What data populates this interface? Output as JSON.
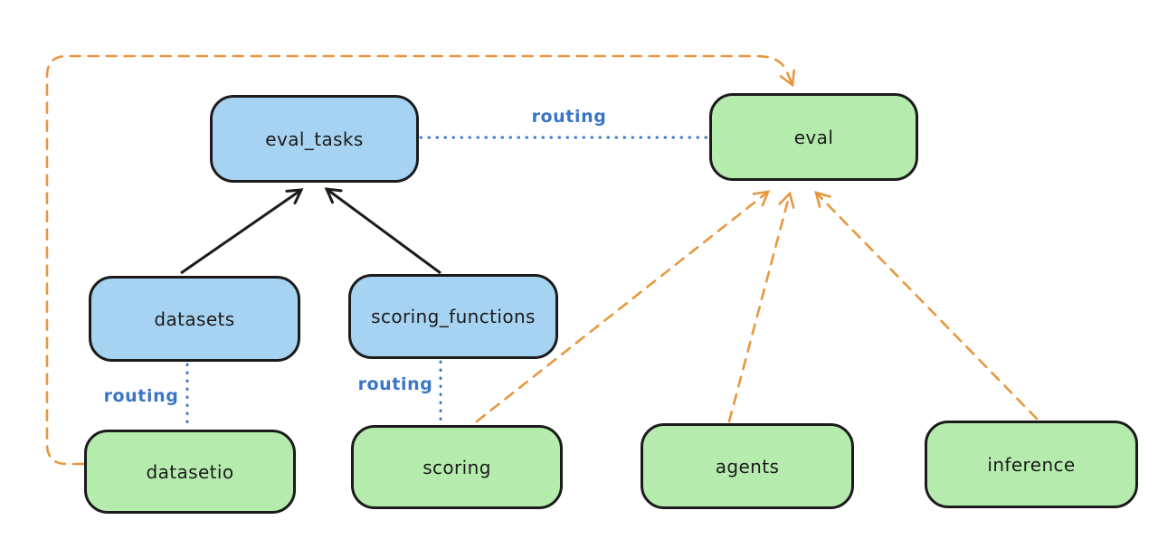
{
  "colors": {
    "blue_fill": "#a7d3f2",
    "green_fill": "#b5ecae",
    "stroke_dark": "#1b1b1b",
    "routing_blue": "#3a76c8",
    "provider_orange": "#e8973f",
    "background": "#ffffff"
  },
  "nodes": {
    "eval_tasks": {
      "label": "eval_tasks",
      "fill": "blue"
    },
    "eval": {
      "label": "eval",
      "fill": "green"
    },
    "datasets": {
      "label": "datasets",
      "fill": "blue"
    },
    "scoring_functions": {
      "label": "scoring_functions",
      "fill": "blue"
    },
    "datasetio": {
      "label": "datasetio",
      "fill": "green"
    },
    "scoring": {
      "label": "scoring",
      "fill": "green"
    },
    "agents": {
      "label": "agents",
      "fill": "green"
    },
    "inference": {
      "label": "inference",
      "fill": "green"
    }
  },
  "edge_labels": {
    "routing_top": "routing",
    "routing_datasets": "routing",
    "routing_scoring": "routing"
  },
  "edges": [
    {
      "from": "datasets",
      "to": "eval_tasks",
      "style": "solid-arrow",
      "color": "black"
    },
    {
      "from": "scoring_functions",
      "to": "eval_tasks",
      "style": "solid-arrow",
      "color": "black"
    },
    {
      "from": "eval_tasks",
      "to": "eval",
      "style": "dotted",
      "color": "blue",
      "label": "routing"
    },
    {
      "from": "datasets",
      "to": "datasetio",
      "style": "dotted",
      "color": "blue",
      "label": "routing"
    },
    {
      "from": "scoring_functions",
      "to": "scoring",
      "style": "dotted",
      "color": "blue",
      "label": "routing"
    },
    {
      "from": "datasetio",
      "to": "eval",
      "style": "dashed-arrow",
      "color": "orange"
    },
    {
      "from": "scoring",
      "to": "eval",
      "style": "dashed-arrow",
      "color": "orange"
    },
    {
      "from": "agents",
      "to": "eval",
      "style": "dashed-arrow",
      "color": "orange"
    },
    {
      "from": "inference",
      "to": "eval",
      "style": "dashed-arrow",
      "color": "orange"
    }
  ]
}
